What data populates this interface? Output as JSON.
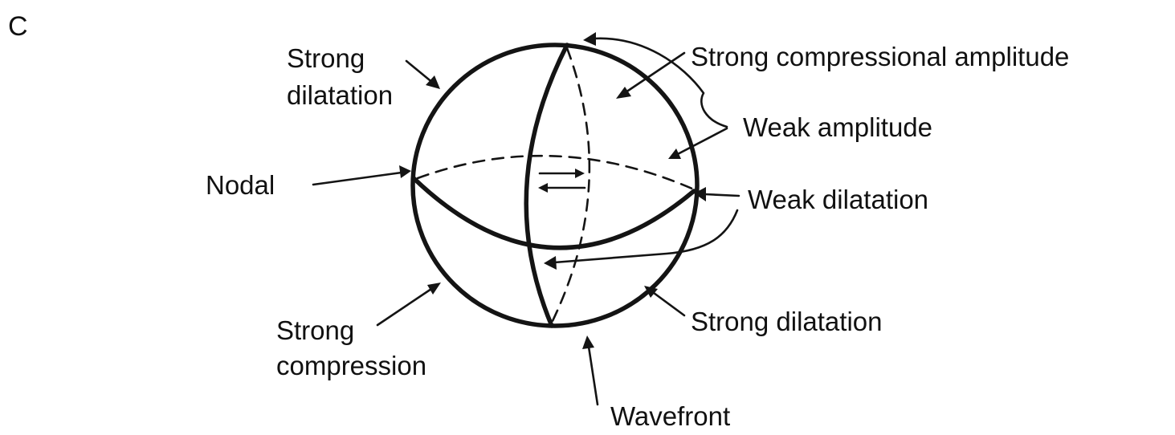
{
  "panel_label": "C",
  "labels": {
    "strong_dilatation_top": [
      "Strong",
      "dilatation"
    ],
    "strong_compressional_amplitude": "Strong compressional amplitude",
    "weak_amplitude": "Weak amplitude",
    "nodal": "Nodal",
    "weak_dilatation": "Weak dilatation",
    "strong_dilatation_right": "Strong dilatation",
    "strong_compression": [
      "Strong",
      "compression"
    ],
    "wavefront": "Wavefront"
  },
  "colors": {
    "ink": "#141414",
    "background": "#ffffff"
  }
}
